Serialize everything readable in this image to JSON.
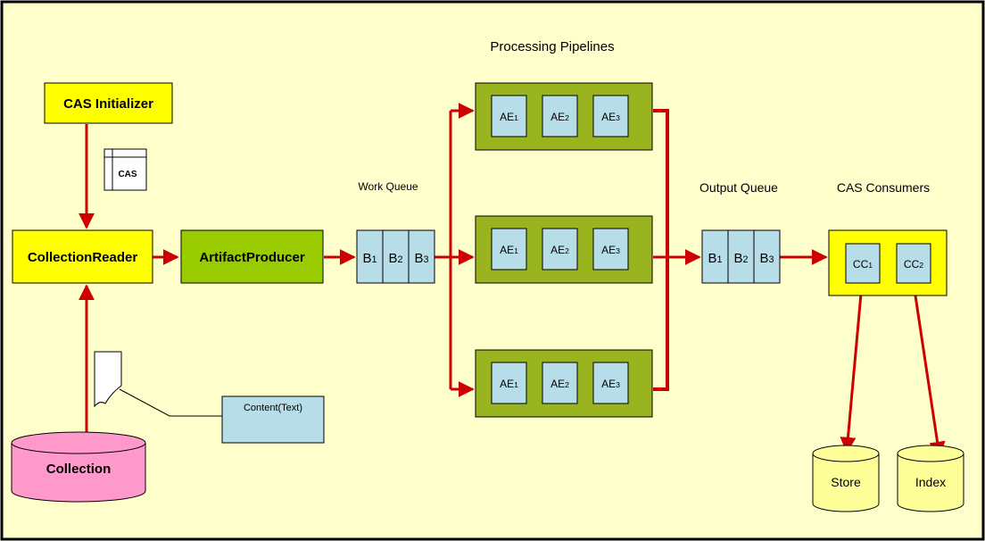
{
  "title": "Processing Pipelines",
  "colors": {
    "background": "#ffffcc",
    "border": "#000000",
    "arrow": "#cc0000",
    "yellow_box": "#ffff00",
    "green_box": "#99cc00",
    "pipeline_box": "#99b41e",
    "queue_cell": "#b7dde8",
    "collection": "#ff99cc",
    "store_cyl": "#ffff99"
  },
  "labels": {
    "cas_initializer": "CAS Initializer",
    "cas_doc": "CAS",
    "collection_reader": "CollectionReader",
    "artifact_producer": "ArtifactProducer",
    "collection": "Collection",
    "content_text": "Content(Text)",
    "work_queue": "Work Queue",
    "output_queue": "Output Queue",
    "cas_consumers": "CAS Consumers",
    "store": "Store",
    "index": "Index"
  },
  "work_queue": {
    "cells": [
      {
        "base": "B",
        "sub": "1"
      },
      {
        "base": "B",
        "sub": "2"
      },
      {
        "base": "B",
        "sub": "3"
      }
    ]
  },
  "output_queue": {
    "cells": [
      {
        "base": "B",
        "sub": "1"
      },
      {
        "base": "B",
        "sub": "2"
      },
      {
        "base": "B",
        "sub": "3"
      }
    ]
  },
  "pipelines": [
    {
      "engines": [
        {
          "base": "AE",
          "sub": "1"
        },
        {
          "base": "AE",
          "sub": "2"
        },
        {
          "base": "AE",
          "sub": "3"
        }
      ]
    },
    {
      "engines": [
        {
          "base": "AE",
          "sub": "1"
        },
        {
          "base": "AE",
          "sub": "2"
        },
        {
          "base": "AE",
          "sub": "3"
        }
      ]
    },
    {
      "engines": [
        {
          "base": "AE",
          "sub": "1"
        },
        {
          "base": "AE",
          "sub": "2"
        },
        {
          "base": "AE",
          "sub": "3"
        }
      ]
    }
  ],
  "consumers": [
    {
      "base": "CC",
      "sub": "1"
    },
    {
      "base": "CC",
      "sub": "2"
    }
  ]
}
